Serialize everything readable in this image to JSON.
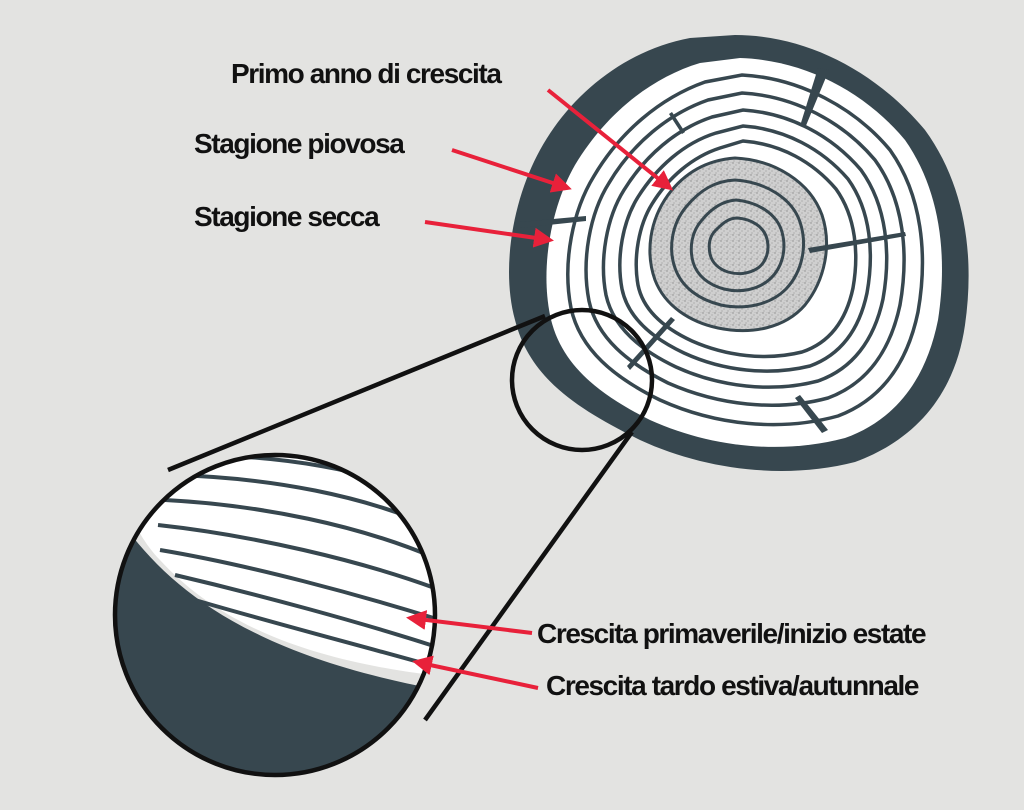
{
  "labels": {
    "first_year": "Primo anno di crescita",
    "rainy_season": "Stagione piovosa",
    "dry_season": "Stagione secca",
    "early_growth": "Crescita primaverile/inizio estate",
    "late_growth": "Crescita tardo estiva/autunnale"
  },
  "colors": {
    "background": "#e3e3e1",
    "bark": "#37474f",
    "wood": "#ffffff",
    "ring_line": "#37474f",
    "pith": "#c9c9c9",
    "arrow": "#e8213a",
    "outline": "#111111"
  },
  "icons": {
    "arrow": "arrow-icon",
    "magnifier": "magnifier-circle"
  }
}
